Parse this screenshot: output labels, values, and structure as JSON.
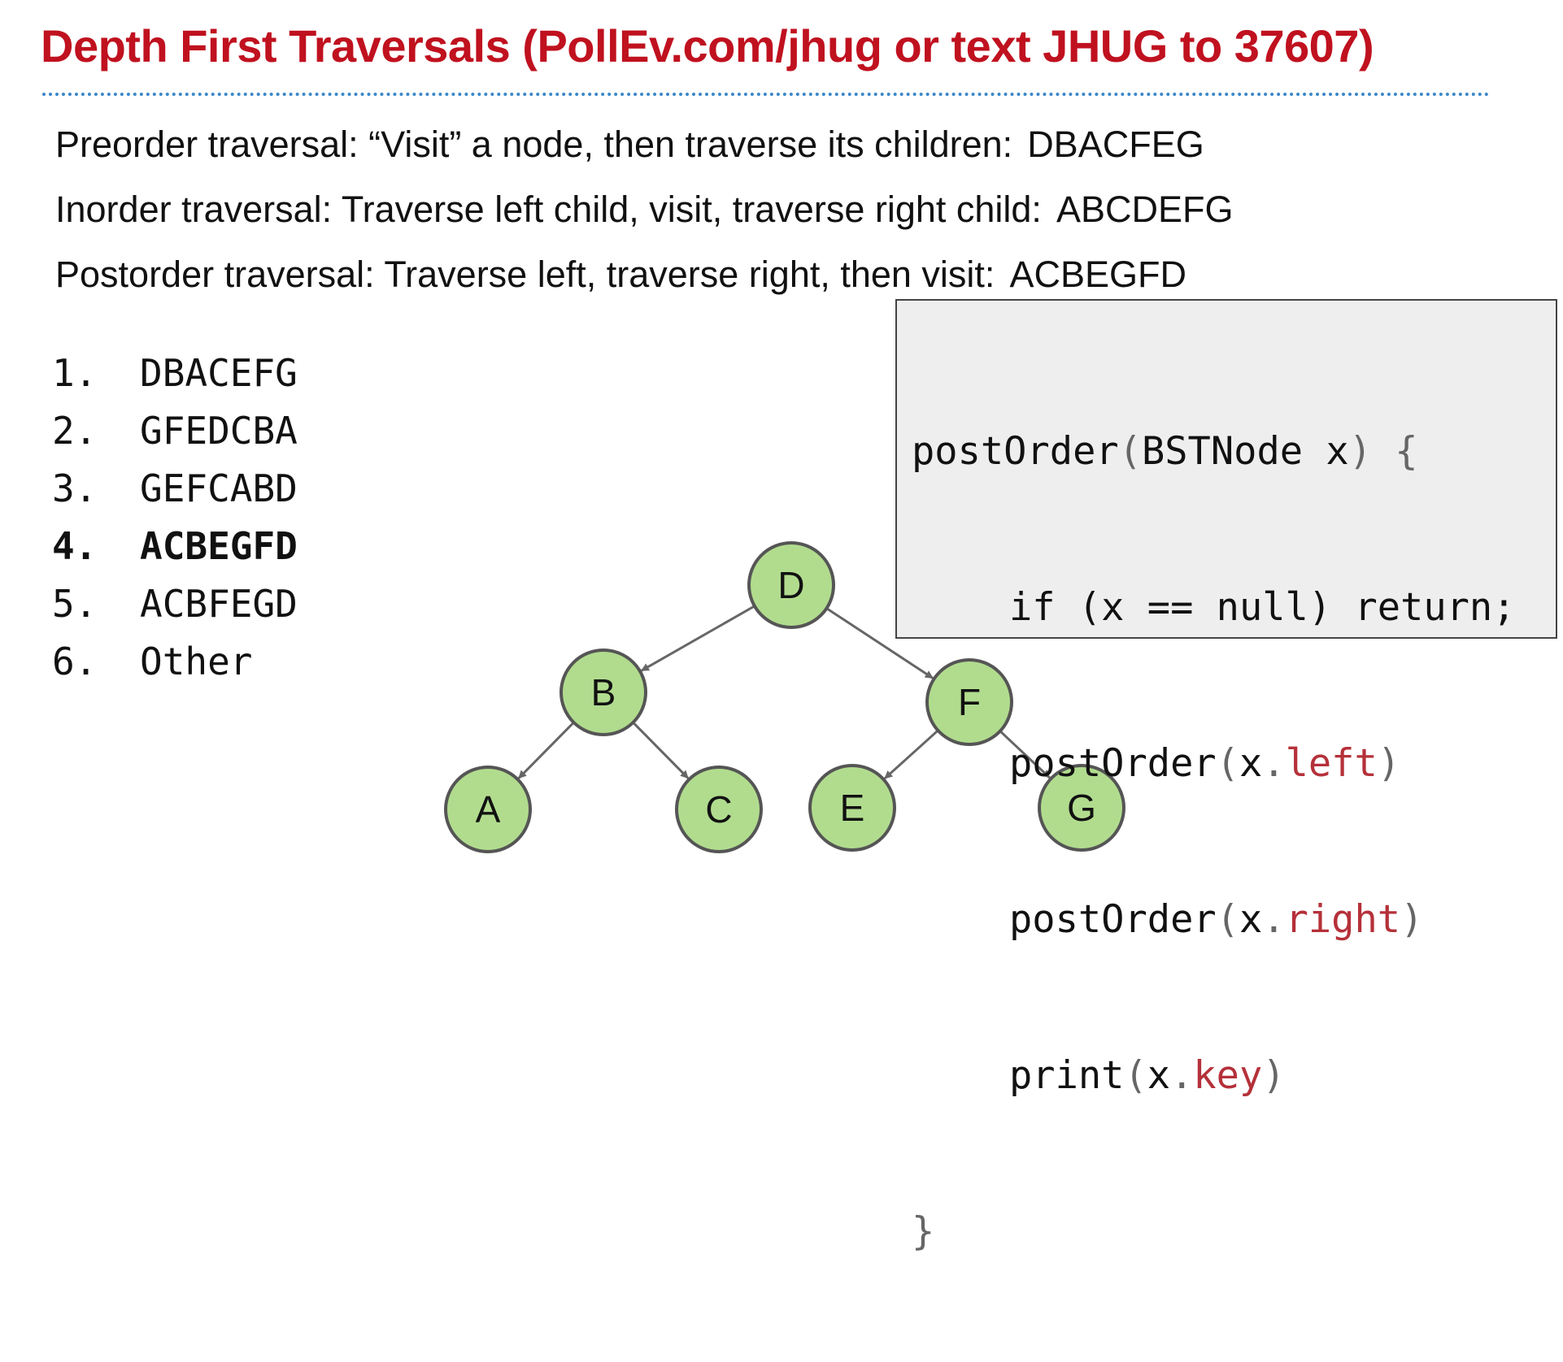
{
  "title": "Depth First Traversals (PollEv.com/jhug or text JHUG to 37607)",
  "descriptions": [
    {
      "text": "Preorder traversal: “Visit” a node, then traverse its children:",
      "answer": "DBACFEG"
    },
    {
      "text": "Inorder traversal: Traverse left child, visit, traverse right child:",
      "answer": "ABCDEFG"
    },
    {
      "text": "Postorder traversal: Traverse left, traverse right, then visit:",
      "answer": "ACBEGFD"
    }
  ],
  "options": [
    {
      "num": "1.",
      "text": "DBACEFG"
    },
    {
      "num": "2.",
      "text": "GFEDCBA"
    },
    {
      "num": "3.",
      "text": "GEFCABD"
    },
    {
      "num": "4.",
      "text": "ACBEGFD"
    },
    {
      "num": "5.",
      "text": "ACBFEGD"
    },
    {
      "num": "6.",
      "text": "Other"
    }
  ],
  "code": {
    "l1_fn": "postOrder",
    "l1_paren_open": "(",
    "l1_params": "BSTNode x",
    "l1_paren_close": ")",
    "l1_brace": "{",
    "l2": "if (x == null) return;",
    "l3_fn": "postOrder",
    "l3_arg": "x",
    "l3_field": "left",
    "l4_fn": "postOrder",
    "l4_arg": "x",
    "l4_field": "right",
    "l5_fn": "print",
    "l5_arg": "x",
    "l5_field": "key",
    "l6_brace": "}"
  },
  "tree": {
    "nodes": [
      "D",
      "B",
      "F",
      "A",
      "C",
      "E",
      "G"
    ],
    "edges": [
      [
        "D",
        "B"
      ],
      [
        "D",
        "F"
      ],
      [
        "B",
        "A"
      ],
      [
        "B",
        "C"
      ],
      [
        "F",
        "E"
      ],
      [
        "F",
        "G"
      ]
    ],
    "node_fill": "#b1dc8e",
    "node_stroke": "#555555",
    "edge_color": "#666666"
  },
  "colors": {
    "title": "#c0111f",
    "rule": "#3a87c9",
    "code_field": "#b5313a",
    "code_punct": "#666666",
    "code_bg": "#eeeeee"
  }
}
